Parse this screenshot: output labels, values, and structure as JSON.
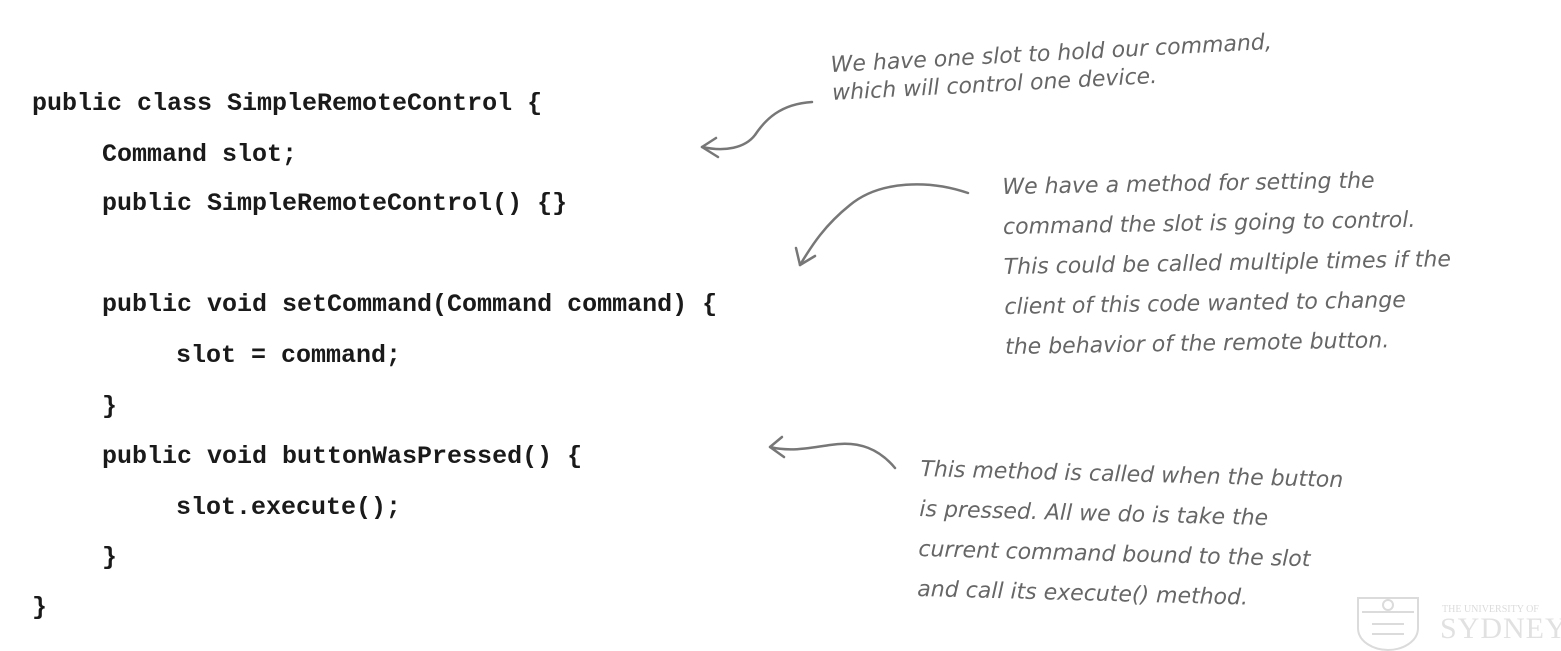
{
  "code": {
    "lines": [
      "public class SimpleRemoteControl {",
      "Command slot;",
      "public SimpleRemoteControl() {}",
      "public void setCommand(Command command) {",
      "slot = command;",
      "}",
      "public void buttonWasPressed() {",
      "slot.execute();",
      "}",
      "}"
    ]
  },
  "annotations": {
    "slot": [
      "We have one slot to hold our command,",
      "which will control one device."
    ],
    "setter": [
      "We have a method for setting the",
      "command the slot is going to control.",
      "This could be called multiple times if the",
      "client of this code wanted to change",
      "the behavior of the remote button."
    ],
    "pressed": [
      "This method is called when the button",
      "is pressed. All we do is take the",
      "current command bound to the slot",
      "and call its execute() method."
    ]
  },
  "watermark": {
    "line1": "THE UNIVERSITY OF",
    "line2": "SYDNEY"
  },
  "colors": {
    "code": "#1a1a1a",
    "annotation": "#666666"
  }
}
